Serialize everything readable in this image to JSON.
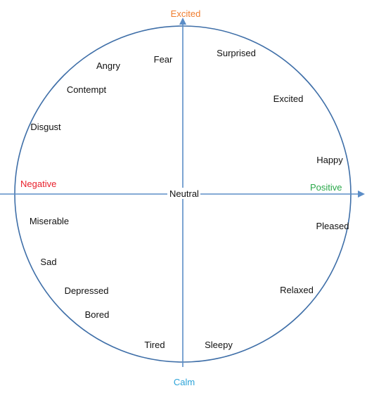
{
  "colors": {
    "line": "#3f6fa8",
    "axis": "#5b8dc7",
    "excited_axis_label": "#f07d2e",
    "calm_axis_label": "#2ba3d8",
    "negative_label": "#e8202c",
    "positive_label": "#2aa84a",
    "emotion_text": "#111111"
  },
  "axes": {
    "top": "Excited",
    "bottom": "Calm",
    "left": "Negative",
    "right": "Positive",
    "center": "Neutral"
  },
  "emotions": {
    "fear": "Fear",
    "angry": "Angry",
    "contempt": "Contempt",
    "disgust": "Disgust",
    "surprised": "Surprised",
    "excited": "Excited",
    "happy": "Happy",
    "pleased": "Pleased",
    "relaxed": "Relaxed",
    "sleepy": "Sleepy",
    "tired": "Tired",
    "bored": "Bored",
    "depressed": "Depressed",
    "sad": "Sad",
    "miserable": "Miserable"
  }
}
